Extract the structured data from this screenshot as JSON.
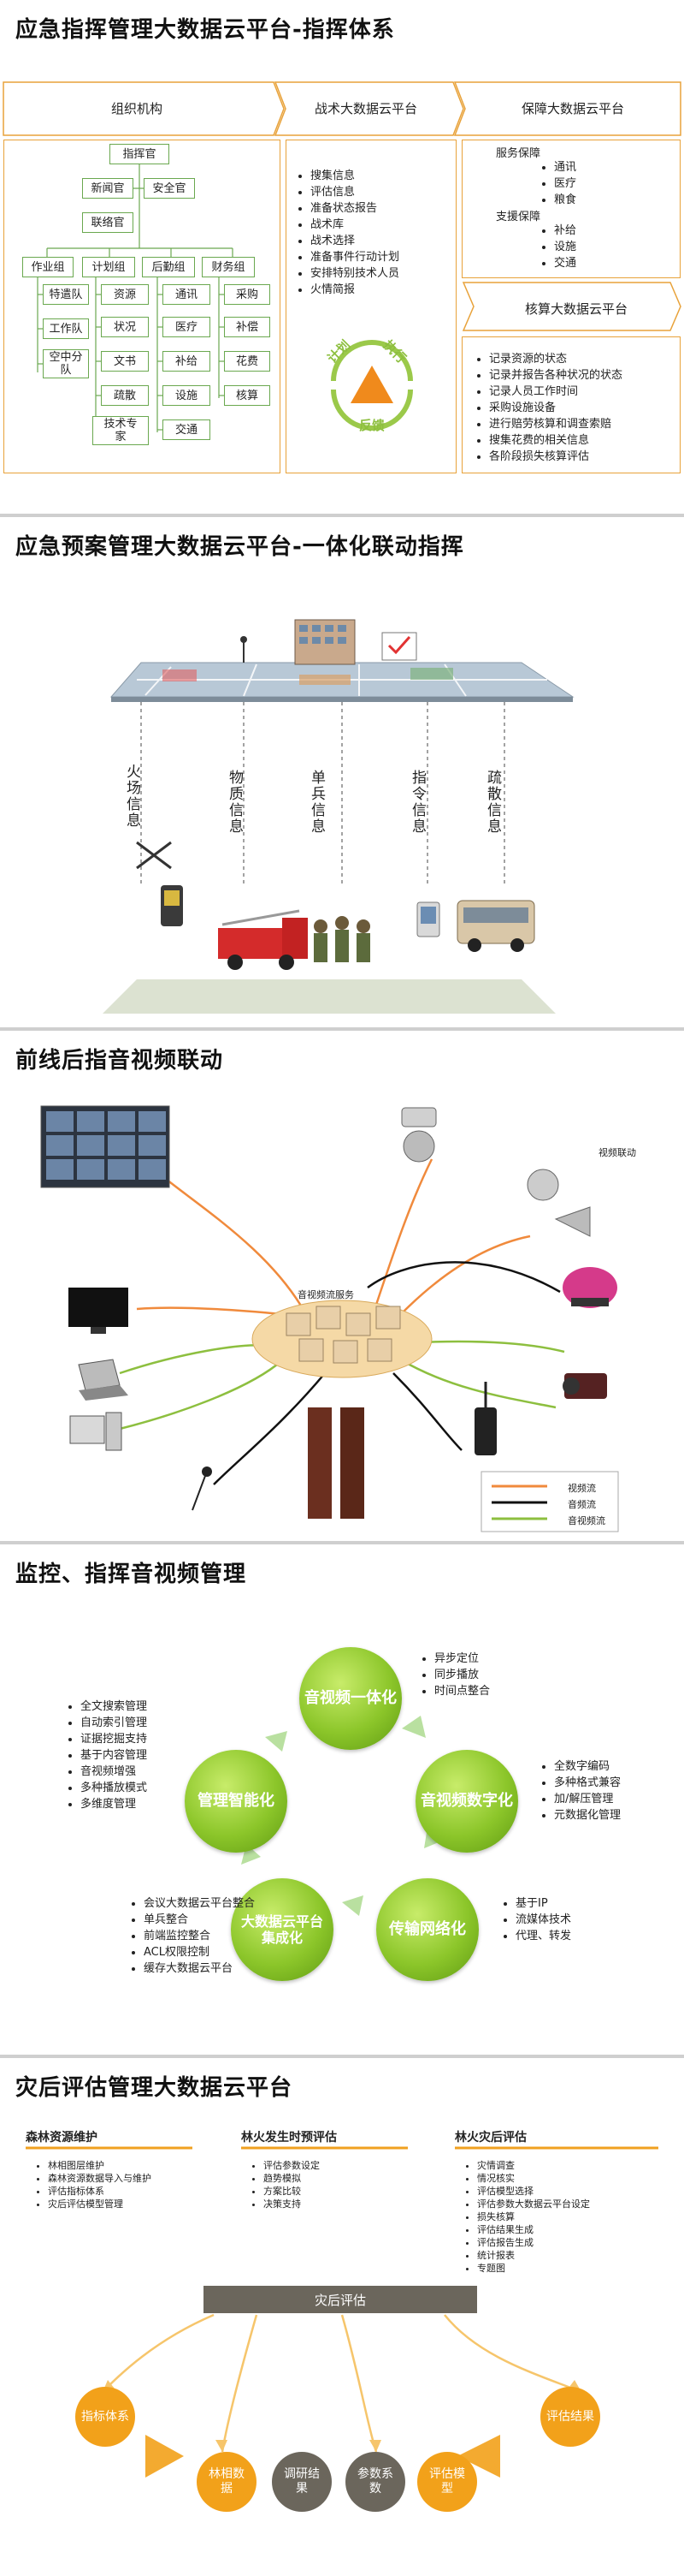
{
  "panel1": {
    "title": "应急指挥管理大数据云平台-指挥体系",
    "headers": {
      "org": "组织机构",
      "tactic": "战术大数据云平台",
      "guarantee": "保障大数据云平台",
      "verify": "核算大数据云平台"
    },
    "org": {
      "commander": "指挥官",
      "news": "新闻官",
      "safety": "安全官",
      "liaison": "联络官",
      "groups": [
        "作业组",
        "计划组",
        "后勤组",
        "财务组"
      ],
      "ops": [
        "特遣队",
        "工作队",
        "空中分队"
      ],
      "plan": [
        "资源",
        "状况",
        "文书",
        "疏散",
        "技术专家"
      ],
      "logistics": [
        "通讯",
        "医疗",
        "补给",
        "设施",
        "交通"
      ],
      "finance": [
        "采购",
        "补偿",
        "花费",
        "核算"
      ]
    },
    "tactic_items": [
      "搜集信息",
      "评估信息",
      "准备状态报告",
      "战术库",
      "战术选择",
      "准备事件行动计划",
      "安排特别技术人员",
      "火情简报"
    ],
    "cycle": {
      "plan": "计划",
      "exec": "执行",
      "feedback": "反馈"
    },
    "service": {
      "label": "服务保障",
      "items": [
        "通讯",
        "医疗",
        "粮食"
      ]
    },
    "support": {
      "label": "支援保障",
      "items": [
        "补给",
        "设施",
        "交通"
      ]
    },
    "verify_items": [
      "记录资源的状态",
      "记录并报告各种状况的状态",
      "记录人员工作时间",
      "采购设施设备",
      "进行赔劳核算和调查索赔",
      "搜集花费的相关信息",
      "各阶段损失核算评估"
    ]
  },
  "panel2": {
    "title": "应急预案管理大数据云平台-一体化联动指挥",
    "labels": [
      "火场信息",
      "物质信息",
      "单兵信息",
      "指令信息",
      "疏散信息"
    ]
  },
  "panel3": {
    "title": "前线后指音视频联动",
    "server": "音视频流服务",
    "video_link": "视频联动",
    "legend": [
      "视频流",
      "音频流",
      "音视频流"
    ],
    "colors": {
      "video": "#f08a3c",
      "audio": "#111111",
      "av": "#8dbf3f"
    }
  },
  "panel4": {
    "title": "监控、指挥音视频管理",
    "circles": [
      "音视频一体化",
      "音视频数字化",
      "传输网络化",
      "大数据云平台集成化",
      "管理智能化"
    ],
    "c1_items": [
      "异步定位",
      "同步播放",
      "时间点整合"
    ],
    "c2_items": [
      "全数字编码",
      "多种格式兼容",
      "加/解压管理",
      "元数据化管理"
    ],
    "c3_items": [
      "基于IP",
      "流媒体技术",
      "代理、转发"
    ],
    "c4_items": [
      "会议大数据云平台整合",
      "单兵整合",
      "前端监控整合",
      "ACL权限控制",
      "缓存大数据云平台"
    ],
    "c5_items": [
      "全文搜索管理",
      "自动索引管理",
      "证据挖掘支持",
      "基于内容管理",
      "音视频增强",
      "多种播放模式",
      "多维度管理"
    ]
  },
  "panel5": {
    "title": "灾后评估管理大数据云平台",
    "col_titles": [
      "森林资源维护",
      "林火发生时预评估",
      "林火灾后评估"
    ],
    "col1": [
      "林相图层维护",
      "森林资源数据导入与维护",
      "评估指标体系",
      "灾后评估模型管理"
    ],
    "col2": [
      "评估参数设定",
      "趋势模拟",
      "方案比较",
      "决策支持"
    ],
    "col3": [
      "灾情调查",
      "情况核实",
      "评估模型选择",
      "评估参数大数据云平台设定",
      "损失核算",
      "评估结果生成",
      "评估报告生成",
      "统计报表",
      "专题图"
    ],
    "bar": "灾后评估",
    "nodes": [
      "指标体系",
      "林相数据",
      "调研结果",
      "参数系数",
      "评估模型",
      "评估结果"
    ]
  }
}
